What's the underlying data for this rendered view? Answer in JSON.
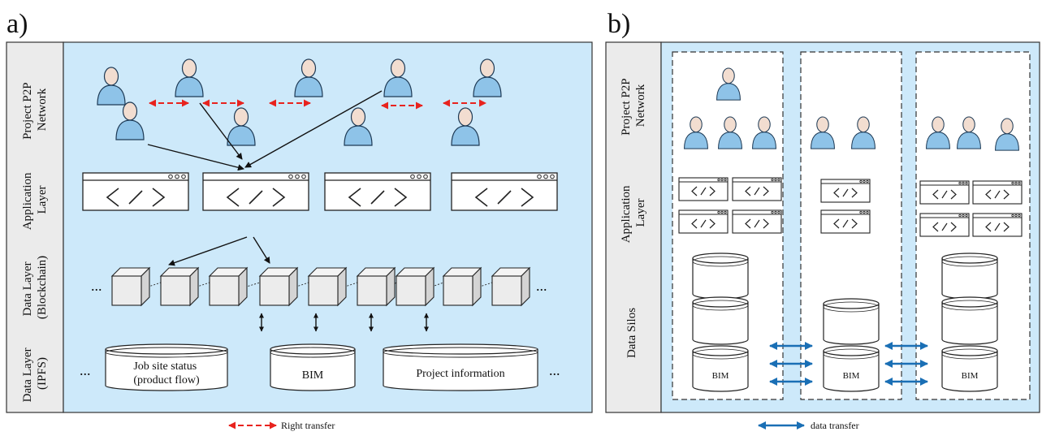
{
  "panel_a": {
    "tag": "a)",
    "layers": {
      "network": [
        "Project P2P",
        "Network"
      ],
      "application": [
        "Application",
        "Layer"
      ],
      "blockchain": [
        "Data Layer",
        "(Blockchain)"
      ],
      "ipfs": [
        "Data Layer",
        "(IPFS)"
      ]
    },
    "ellipsis": "...",
    "storage": {
      "job_site": [
        "Job site status",
        "(product flow)"
      ],
      "bim": "BIM",
      "project_info": "Project information"
    },
    "legend": "Right transfer"
  },
  "panel_b": {
    "tag": "b)",
    "layers": {
      "network": [
        "Project P2P",
        "Network"
      ],
      "application": [
        "Application",
        "Layer"
      ],
      "silos": "Data Silos"
    },
    "bim_label": "BIM",
    "legend": "data transfer"
  },
  "colors": {
    "background_panel": "#cde9fa",
    "label_column": "#ebebeb",
    "right_transfer": "#e8231e",
    "data_transfer": "#1a6fb5",
    "user_body": "#8ec3e8",
    "user_head": "#f2ddd0"
  },
  "icons": [
    "user-icon",
    "code-window-icon",
    "block-cube-icon",
    "database-cylinder-icon"
  ]
}
